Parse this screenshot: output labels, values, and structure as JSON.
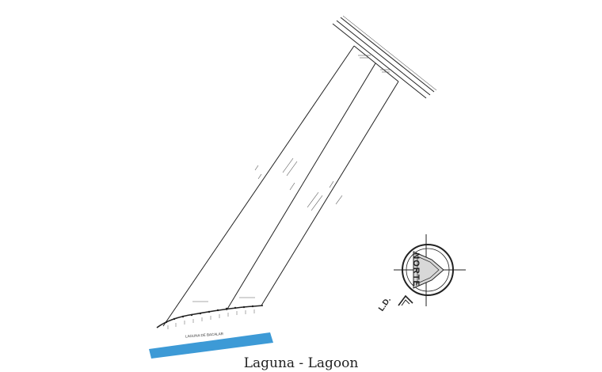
{
  "caption": "Laguna - Lagoon",
  "lagoon_label": "LAGUNA DE BACALAR",
  "compass": {
    "label": "NORTE"
  },
  "corner_label": "L.D.",
  "colors": {
    "water": "#3d9ad6",
    "lines": "#222222"
  }
}
